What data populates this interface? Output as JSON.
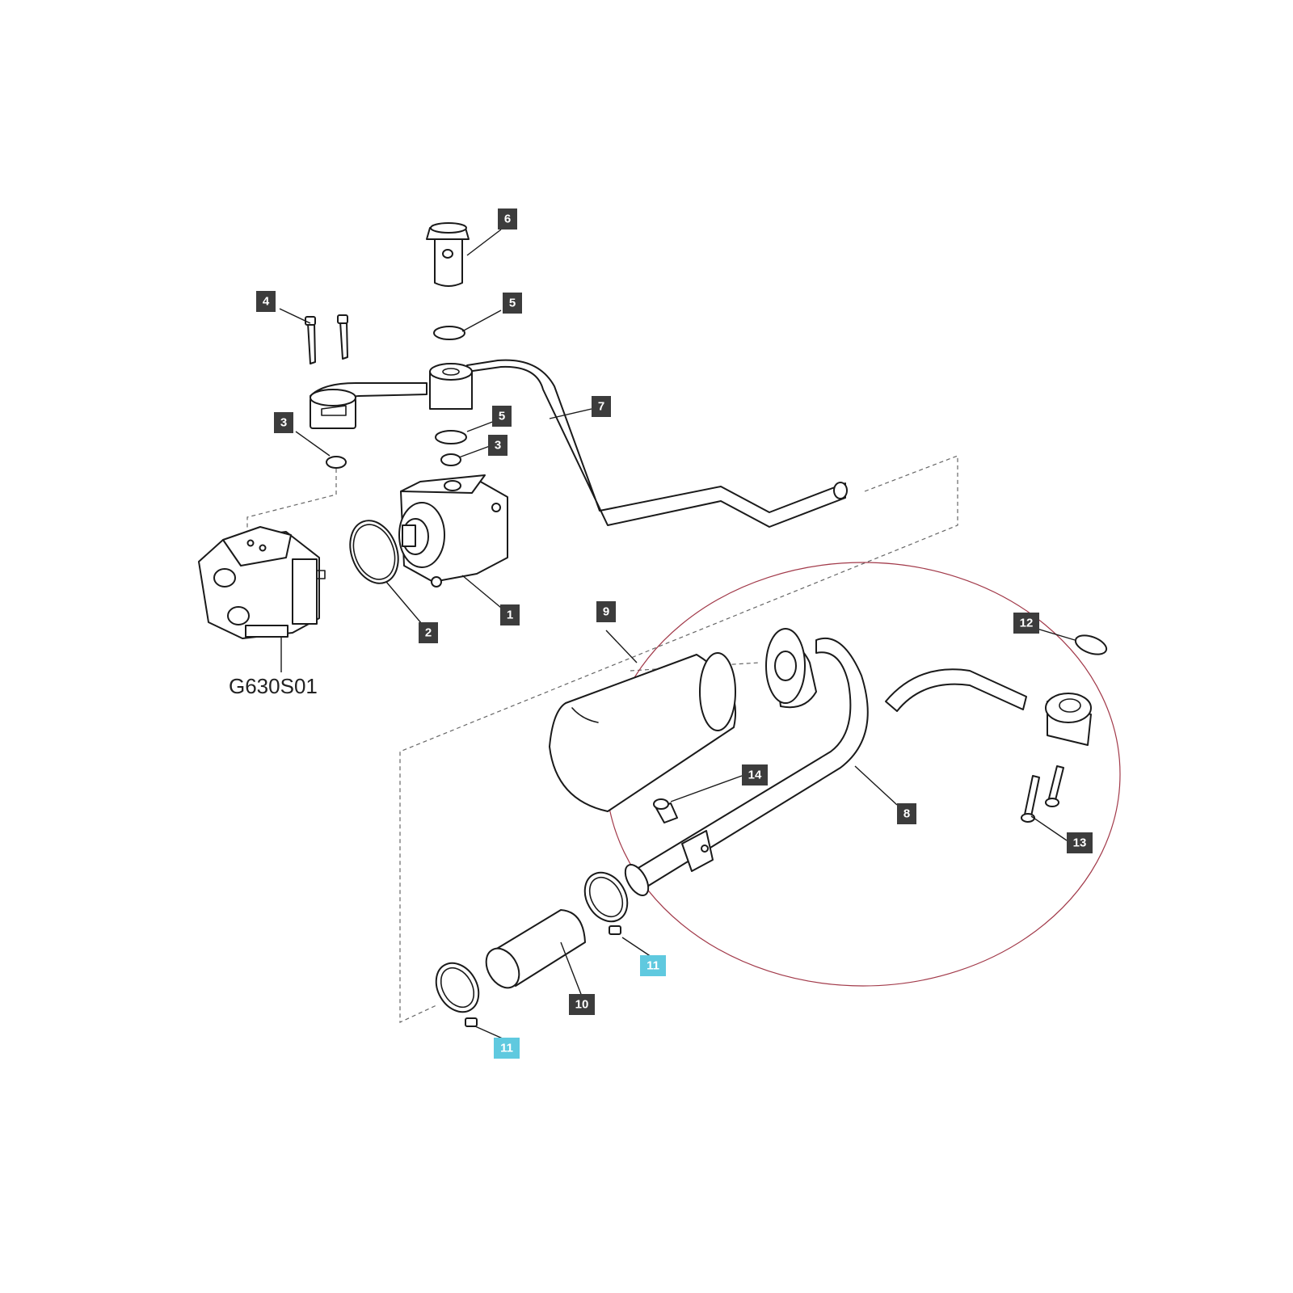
{
  "reference_label": "G630S01",
  "colors": {
    "tag": "#3c3c3c",
    "tag_highlight": "#5fc9df",
    "tag_text": "#ffffff",
    "highlight_ring": "#a23a4a"
  },
  "callouts": [
    {
      "id": "c1",
      "text": "1"
    },
    {
      "id": "c2",
      "text": "2"
    },
    {
      "id": "c3a",
      "text": "3"
    },
    {
      "id": "c3b",
      "text": "3"
    },
    {
      "id": "c4",
      "text": "4"
    },
    {
      "id": "c5a",
      "text": "5"
    },
    {
      "id": "c5b",
      "text": "5"
    },
    {
      "id": "c6",
      "text": "6"
    },
    {
      "id": "c7",
      "text": "7"
    },
    {
      "id": "c8",
      "text": "8"
    },
    {
      "id": "c9",
      "text": "9"
    },
    {
      "id": "c10",
      "text": "10"
    },
    {
      "id": "c11a",
      "text": "11",
      "highlighted": true
    },
    {
      "id": "c11b",
      "text": "11",
      "highlighted": true
    },
    {
      "id": "c12",
      "text": "12"
    },
    {
      "id": "c13",
      "text": "13"
    },
    {
      "id": "c14",
      "text": "14"
    }
  ]
}
